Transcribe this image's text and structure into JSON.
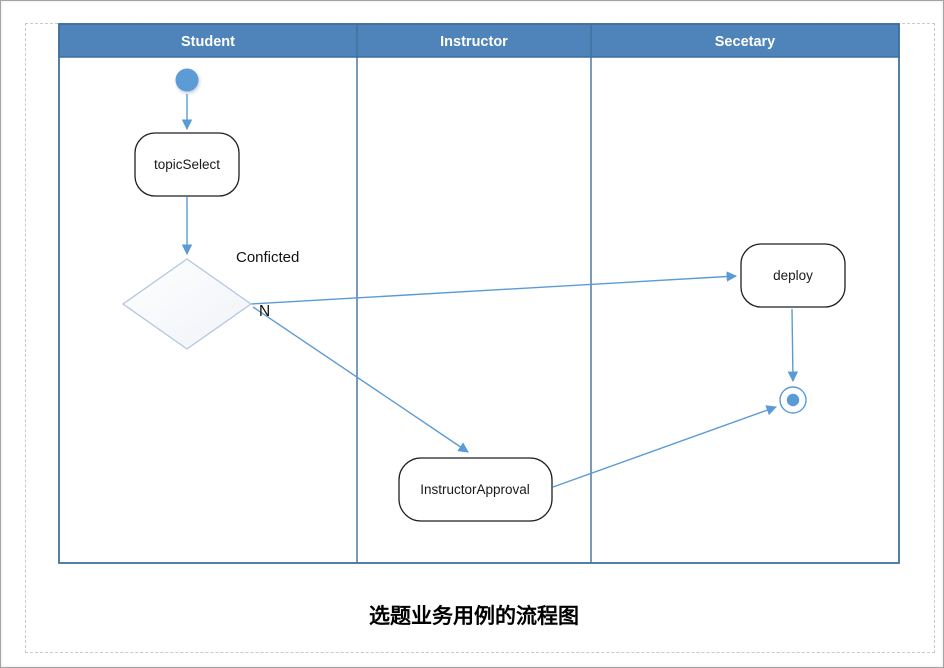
{
  "colors": {
    "header-fill": "#4E84BA",
    "header-edge": "#3A6BA0",
    "lane-border": "#41719C",
    "arrow": "#5B9BD5",
    "node-border": "#1f1f1f",
    "decision-border": "#B3C6E0",
    "start-end-fill": "#5B9BD5"
  },
  "lanes": [
    {
      "label": "Student"
    },
    {
      "label": "Instructor"
    },
    {
      "label": "Secetary"
    }
  ],
  "nodes": {
    "topic_select": "topicSelect",
    "deploy": "deploy",
    "instructor_approval": "InstructorApproval",
    "decision_label": "Conficted",
    "decision_branch": "N"
  },
  "caption": "选题业务用例的流程图"
}
